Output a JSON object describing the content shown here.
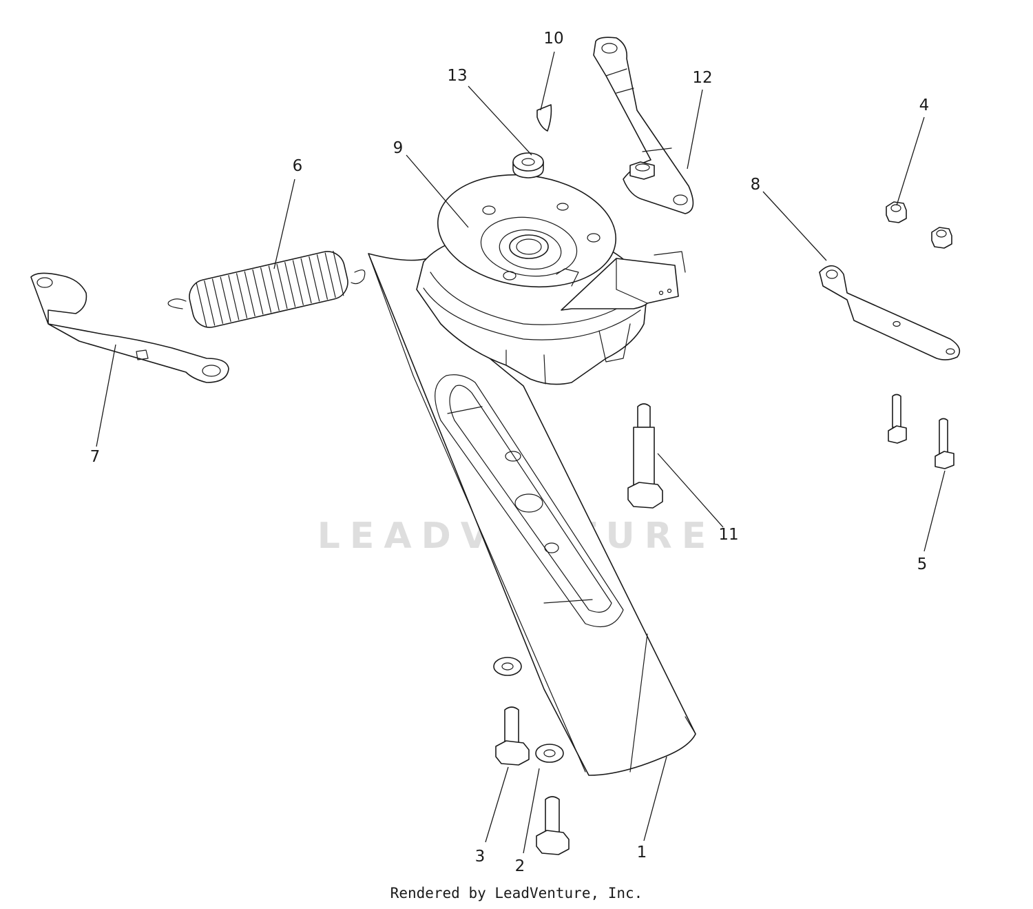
{
  "watermark": {
    "text": "LEADVENTURE"
  },
  "callouts": [
    {
      "id": "1",
      "label": "1"
    },
    {
      "id": "2",
      "label": "2"
    },
    {
      "id": "3",
      "label": "3"
    },
    {
      "id": "4",
      "label": "4"
    },
    {
      "id": "5",
      "label": "5"
    },
    {
      "id": "6",
      "label": "6"
    },
    {
      "id": "7",
      "label": "7"
    },
    {
      "id": "8",
      "label": "8"
    },
    {
      "id": "9",
      "label": "9"
    },
    {
      "id": "10",
      "label": "10"
    },
    {
      "id": "11",
      "label": "11"
    },
    {
      "id": "12",
      "label": "12"
    },
    {
      "id": "13",
      "label": "13"
    }
  ],
  "footer": {
    "credit": "Rendered by LeadVenture, Inc."
  }
}
